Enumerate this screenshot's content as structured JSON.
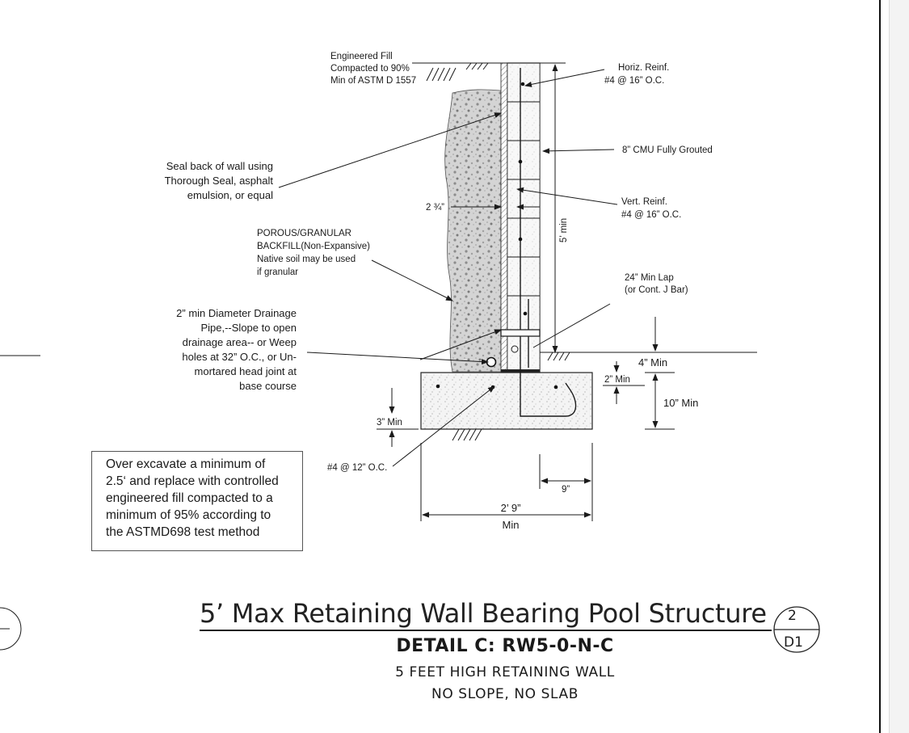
{
  "callouts": {
    "engineered_fill": [
      "Engineered Fill",
      "Compacted to 90%",
      "Min of ASTM D 1557"
    ],
    "horiz_reinf": [
      "Horiz. Reinf.",
      "#4 @ 16” O.C."
    ],
    "cmu": "8” CMU Fully Grouted",
    "seal": [
      "Seal back of wall using",
      "Thorough Seal, asphalt",
      "emulsion, or equal"
    ],
    "gap": "2 ¾”",
    "wall_height": "5’ min",
    "vert_reinf": [
      "Vert. Reinf.",
      "#4 @ 16” O.C."
    ],
    "backfill": [
      "POROUS/GRANULAR",
      "BACKFILL(Non-Expansive)",
      "Native soil may be used",
      "if granular"
    ],
    "lap": [
      "24” Min Lap",
      "(or Cont. J Bar)"
    ],
    "drain": [
      "2” min Diameter Drainage",
      "Pipe,--Slope to open",
      "drainage area-- or Weep",
      "holes at 32” O.C., or Un-",
      "mortared head joint at",
      "base course"
    ],
    "dim_4in": "4”  Min",
    "dim_2in": "2” Min",
    "dim_10in": "10”  Min",
    "dim_3in": "3” Min",
    "footing_bar": "#4 @ 12” O.C.",
    "dim_9in": "9”",
    "dim_width": [
      "2’  9”",
      "Min"
    ]
  },
  "note": [
    "Over excavate a minimum of",
    "2.5‘ and replace with controlled",
    "engineered fill compacted to a",
    "minimum of 95% according to",
    "the ASTMD698 test method"
  ],
  "title": "5’ Max Retaining Wall Bearing Pool Structure",
  "detail": "DETAIL C: RW5-0-N-C",
  "subtitle1": "5 FEET HIGH RETAINING WALL",
  "subtitle2": "NO SLOPE, NO SLAB",
  "bubble": {
    "number": "2",
    "sheet": "D1"
  }
}
